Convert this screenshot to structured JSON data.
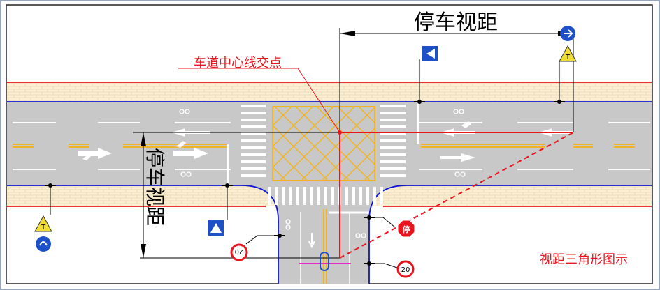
{
  "labels": {
    "stop_distance_top": "停车视距",
    "stop_distance_side": "停车视距",
    "center_intersection": "车道中心线交点",
    "caption": "视距三角形图示"
  },
  "signs": {
    "stop": "停",
    "speed_limit": "20",
    "warning": "T"
  },
  "colors": {
    "road": "#c8c8c8",
    "sidewalk": "#fbeed3",
    "curb_red": "#e8141e",
    "curb_blue": "#0a14d2",
    "yellow_marking": "#f0b428",
    "sight_line": "#e8141e",
    "sign_blue": "#1e50c8",
    "sign_yellow": "#f0dc32",
    "magenta": "#e628c8"
  }
}
